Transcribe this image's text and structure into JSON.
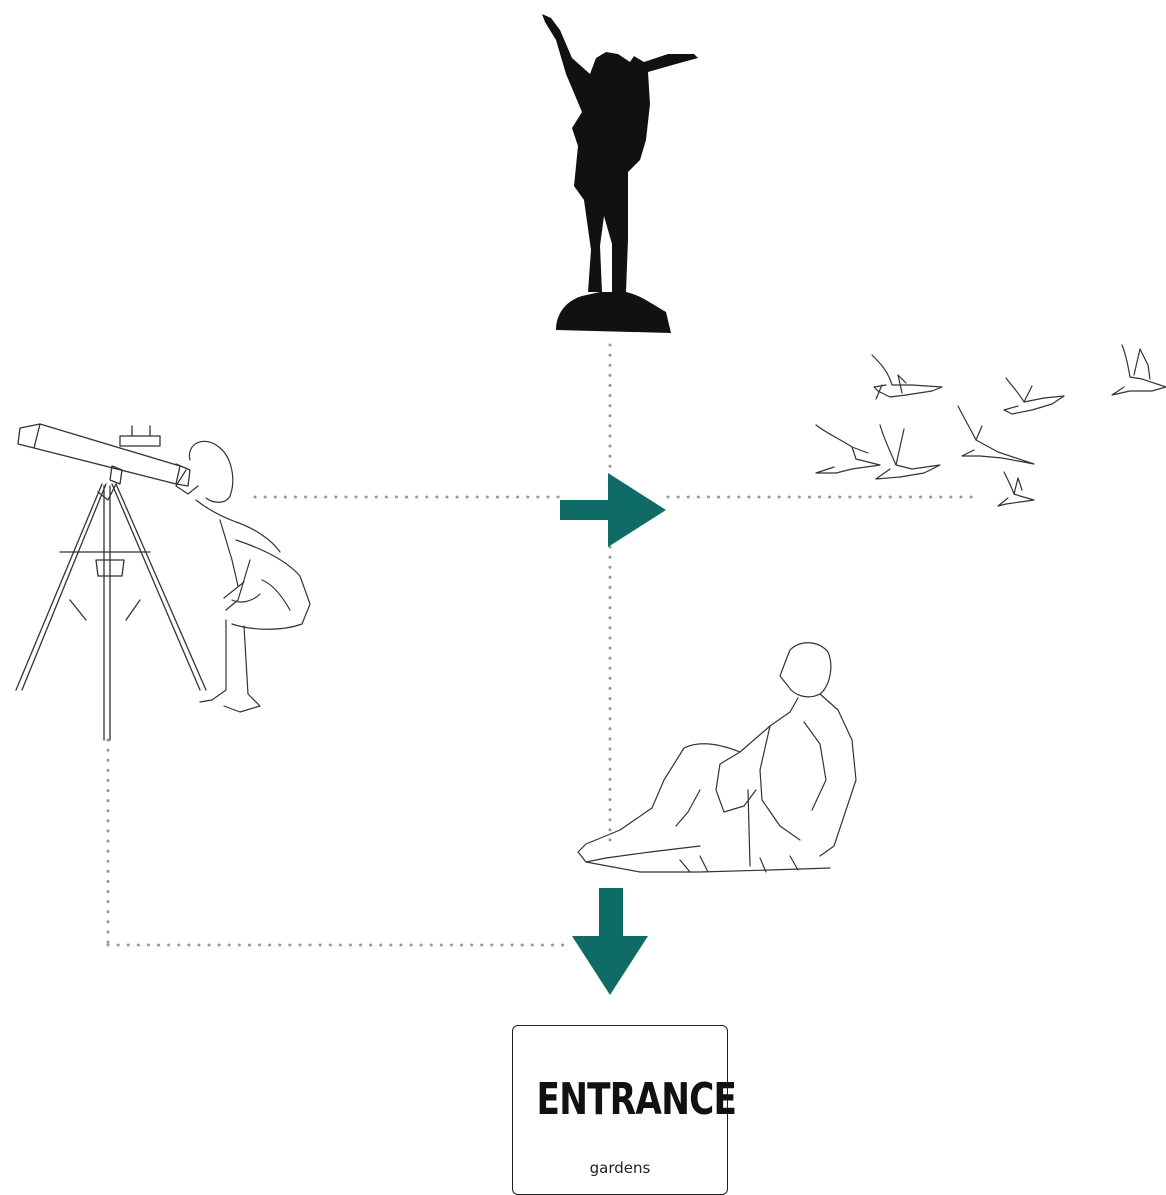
{
  "colors": {
    "arrow": "#0f6b66",
    "dots": "#9a9a9a",
    "ink": "#111111"
  },
  "figures": [
    {
      "name": "hiker-silhouette",
      "description_icon": "person-arms-raised-icon"
    },
    {
      "name": "child-with-telescope",
      "description_icon": "telescope-icon"
    },
    {
      "name": "flock-of-birds",
      "description_icon": "birds-icon"
    },
    {
      "name": "person-sitting-on-grass",
      "description_icon": "person-resting-icon"
    }
  ],
  "sign": {
    "title": "ENTRANCE",
    "subtitle": "gardens"
  }
}
